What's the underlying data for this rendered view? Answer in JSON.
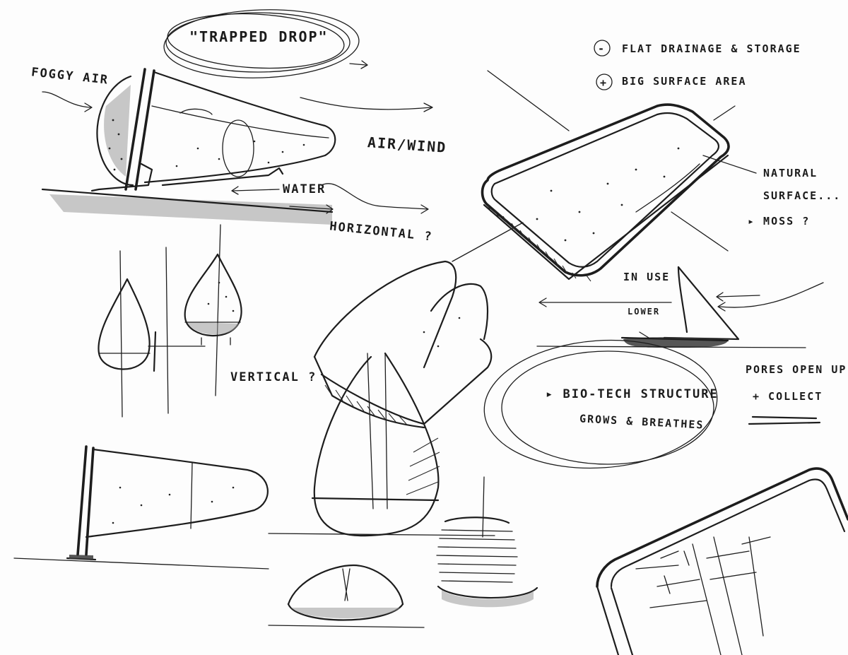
{
  "sheet": {
    "labels": {
      "title": "\"TRAPPED DROP\"",
      "foggy_air": "FOGGY AIR",
      "air_wind": "AIR/WIND",
      "water": "WATER",
      "horizontal": "HORIZONTAL ?",
      "vertical": "VERTICAL ?",
      "flat_1": "FLAT DRAINAGE & STORAGE",
      "flat_2": "BIG SURFACE AREA",
      "flat_1_sign": "-",
      "flat_2_sign": "+",
      "natural_1": "NATURAL",
      "natural_2": "SURFACE...",
      "natural_3": "▸ MOSS ?",
      "in_use": "IN USE",
      "lower": "LOWER",
      "biotech_1": "▸ BIO-TECH STRUCTURE",
      "biotech_2": "GROWS & BREATHES",
      "pores_1": "PORES OPEN UP",
      "pores_2": "+ COLLECT"
    }
  }
}
